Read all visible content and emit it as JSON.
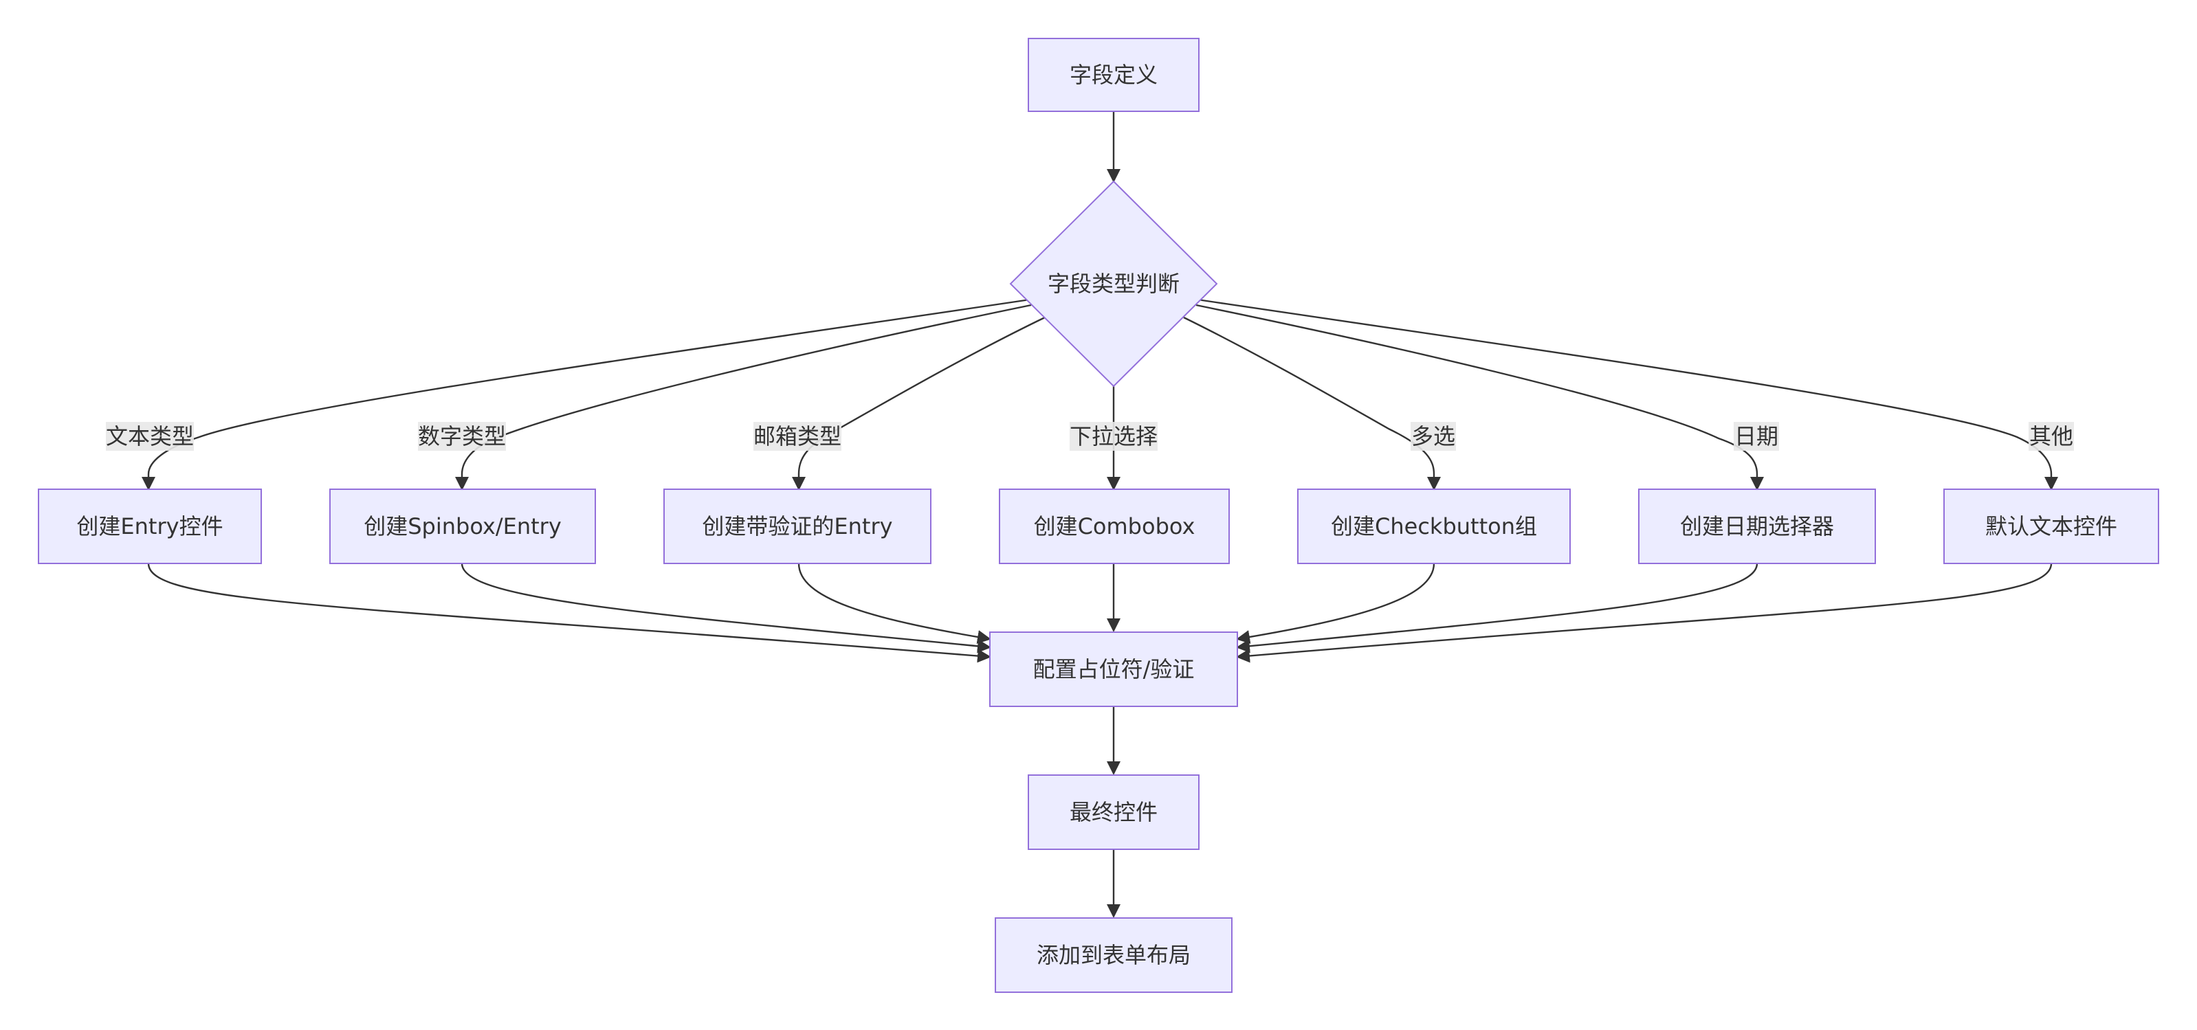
{
  "diagram": {
    "nodes": {
      "field_def": "字段定义",
      "type_check": "字段类型判断",
      "entry": "创建Entry控件",
      "spinbox": "创建Spinbox/Entry",
      "email_entry": "创建带验证的Entry",
      "combobox": "创建Combobox",
      "checkbutton": "创建Checkbutton组",
      "date_picker": "创建日期选择器",
      "default_text": "默认文本控件",
      "configure": "配置占位符/验证",
      "final": "最终控件",
      "add_layout": "添加到表单布局"
    },
    "edge_labels": {
      "text_type": "文本类型",
      "number_type": "数字类型",
      "email_type": "邮箱类型",
      "dropdown": "下拉选择",
      "multi_select": "多选",
      "date": "日期",
      "other": "其他"
    }
  },
  "colors": {
    "node_fill": "#ECECFF",
    "node_stroke": "#9370DB",
    "edge": "#333333",
    "text": "#333333",
    "label_bg": "#E8E8E8"
  }
}
